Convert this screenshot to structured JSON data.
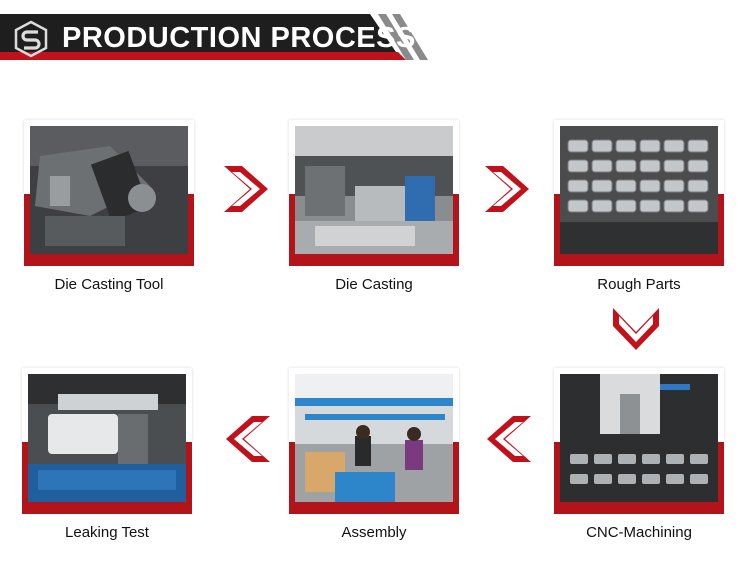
{
  "header": {
    "title": "PRODUCTION PROCESS",
    "logo_icon": "s-shield-logo-icon",
    "colors": {
      "dark": "#1e1e1e",
      "accent": "#c1121c",
      "stripe": "#8a8a8a"
    }
  },
  "steps": [
    {
      "label": "Die Casting Tool",
      "image": "die-casting-tool-photo"
    },
    {
      "label": "Die Casting",
      "image": "die-casting-workshop-photo"
    },
    {
      "label": "Rough Parts",
      "image": "rough-parts-photo"
    },
    {
      "label": "CNC-Machining",
      "image": "cnc-machining-photo"
    },
    {
      "label": "Assembly",
      "image": "assembly-line-photo"
    },
    {
      "label": "Leaking Test",
      "image": "leaking-test-photo"
    }
  ],
  "arrows": {
    "color": "#c1121c",
    "icons": [
      "chevron-right-icon",
      "chevron-right-icon",
      "chevron-down-icon",
      "chevron-left-icon",
      "chevron-left-icon"
    ]
  }
}
